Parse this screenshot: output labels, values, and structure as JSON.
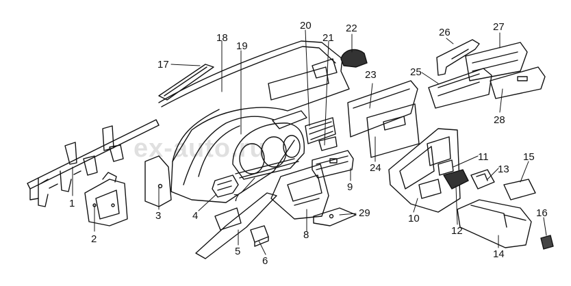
{
  "diagram": {
    "ink_color": "#111111",
    "shade_color": "#7a7a7a",
    "watermark_text": "ex-auto.ru",
    "callouts": [
      {
        "id": "p1",
        "label": "1"
      },
      {
        "id": "p2",
        "label": "2"
      },
      {
        "id": "p3",
        "label": "3"
      },
      {
        "id": "p4",
        "label": "4"
      },
      {
        "id": "p5",
        "label": "5"
      },
      {
        "id": "p6",
        "label": "6"
      },
      {
        "id": "p7",
        "label": "7"
      },
      {
        "id": "p8",
        "label": "8"
      },
      {
        "id": "p9",
        "label": "9"
      },
      {
        "id": "p10",
        "label": "10"
      },
      {
        "id": "p11",
        "label": "11"
      },
      {
        "id": "p12",
        "label": "12"
      },
      {
        "id": "p13",
        "label": "13"
      },
      {
        "id": "p14",
        "label": "14"
      },
      {
        "id": "p15",
        "label": "15"
      },
      {
        "id": "p16",
        "label": "16"
      },
      {
        "id": "p17",
        "label": "17"
      },
      {
        "id": "p18",
        "label": "18"
      },
      {
        "id": "p19",
        "label": "19"
      },
      {
        "id": "p20",
        "label": "20"
      },
      {
        "id": "p21",
        "label": "21"
      },
      {
        "id": "p22",
        "label": "22"
      },
      {
        "id": "p23",
        "label": "23"
      },
      {
        "id": "p24",
        "label": "24"
      },
      {
        "id": "p25",
        "label": "25"
      },
      {
        "id": "p26",
        "label": "26"
      },
      {
        "id": "p27",
        "label": "27"
      },
      {
        "id": "p28",
        "label": "28"
      },
      {
        "id": "p29",
        "label": "29"
      }
    ]
  }
}
